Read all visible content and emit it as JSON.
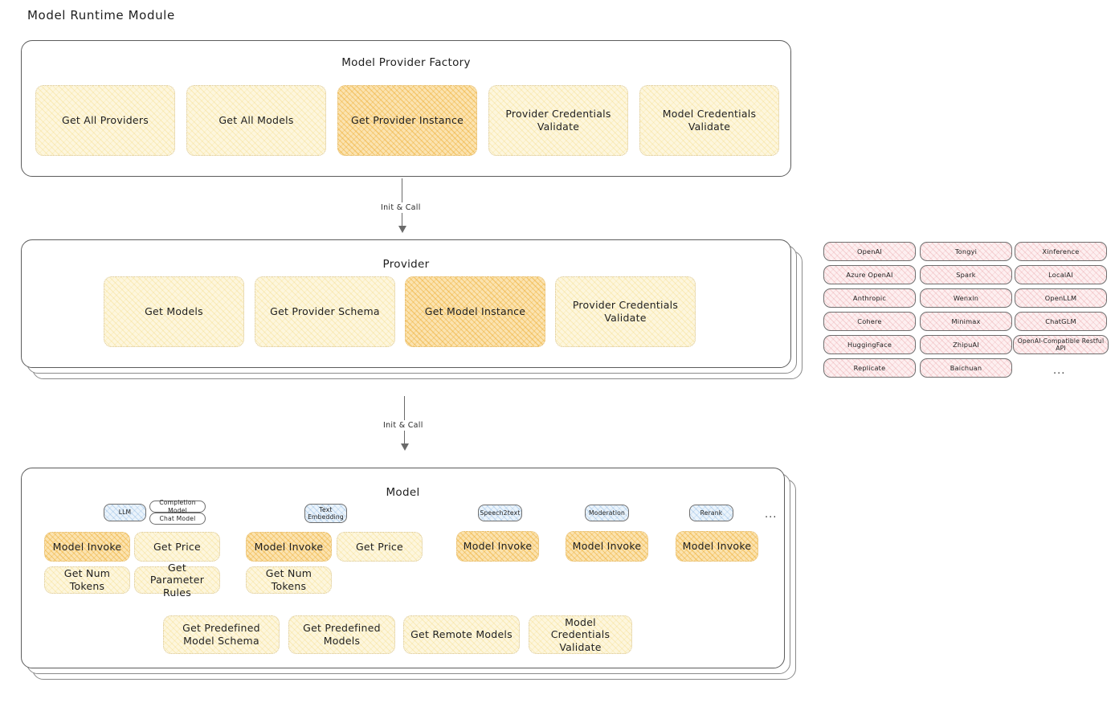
{
  "diagram": {
    "title": "Model Runtime Module",
    "type": "architecture-layer-diagram"
  },
  "factory": {
    "title": "Model Provider Factory",
    "nodes": [
      {
        "label": "Get All Providers",
        "highlight": false
      },
      {
        "label": "Get All Models",
        "highlight": false
      },
      {
        "label": "Get Provider Instance",
        "highlight": true
      },
      {
        "label": "Provider Credentials Validate",
        "highlight": false
      },
      {
        "label": "Model Credentials Validate",
        "highlight": false
      }
    ]
  },
  "arrows": [
    {
      "label": "Init & Call",
      "from": "Model Provider Factory",
      "to": "Provider"
    },
    {
      "label": "Init & Call",
      "from": "Provider",
      "to": "Model"
    }
  ],
  "provider": {
    "title": "Provider",
    "stacked_layers": 3,
    "nodes": [
      {
        "label": "Get Models",
        "highlight": false
      },
      {
        "label": "Get Provider Schema",
        "highlight": false
      },
      {
        "label": "Get Model Instance",
        "highlight": true
      },
      {
        "label": "Provider Credentials Validate",
        "highlight": false
      }
    ]
  },
  "provider_list": {
    "columns": [
      {
        "items": [
          "OpenAI",
          "Azure OpenAI",
          "Anthropic",
          "Cohere",
          "HuggingFace",
          "Replicate"
        ]
      },
      {
        "items": [
          "Tongyi",
          "Spark",
          "Wenxin",
          "Minimax",
          "ZhipuAI",
          "Baichuan"
        ]
      },
      {
        "items": [
          "Xinference",
          "LocalAI",
          "OpenLLM",
          "ChatGLM",
          "OpenAI-Compatible Restful API"
        ]
      }
    ],
    "more_marker": "..."
  },
  "model": {
    "title": "Model",
    "stacked_layers": 3,
    "more_marker": "...",
    "types": [
      {
        "badge": "LLM",
        "sub_badges": [
          "Completion Model",
          "Chat Model"
        ],
        "nodes": [
          {
            "label": "Model Invoke",
            "highlight": true
          },
          {
            "label": "Get Price",
            "highlight": false
          },
          {
            "label": "Get Num Tokens",
            "highlight": false
          },
          {
            "label": "Get Parameter Rules",
            "highlight": false
          }
        ]
      },
      {
        "badge": "Text Embedding",
        "sub_badges": [],
        "nodes": [
          {
            "label": "Model Invoke",
            "highlight": true
          },
          {
            "label": "Get Price",
            "highlight": false
          },
          {
            "label": "Get Num Tokens",
            "highlight": false
          }
        ]
      },
      {
        "badge": "Speech2text",
        "sub_badges": [],
        "nodes": [
          {
            "label": "Model Invoke",
            "highlight": true
          }
        ]
      },
      {
        "badge": "Moderation",
        "sub_badges": [],
        "nodes": [
          {
            "label": "Model Invoke",
            "highlight": true
          }
        ]
      },
      {
        "badge": "Rerank",
        "sub_badges": [],
        "nodes": [
          {
            "label": "Model Invoke",
            "highlight": true
          }
        ]
      }
    ],
    "common_nodes": [
      {
        "label": "Get Predefined Model Schema"
      },
      {
        "label": "Get Predefined Models"
      },
      {
        "label": "Get Remote Models"
      },
      {
        "label": "Model Credentials Validate"
      }
    ]
  },
  "colors": {
    "highlight_fill": "#fbe3b0",
    "node_fill": "#fdf6dd",
    "provider_chip_fill": "#fdeff0",
    "badge_fill": "#eaf3fb",
    "stroke": "#5c5c5c",
    "text": "#1e1e1e"
  }
}
